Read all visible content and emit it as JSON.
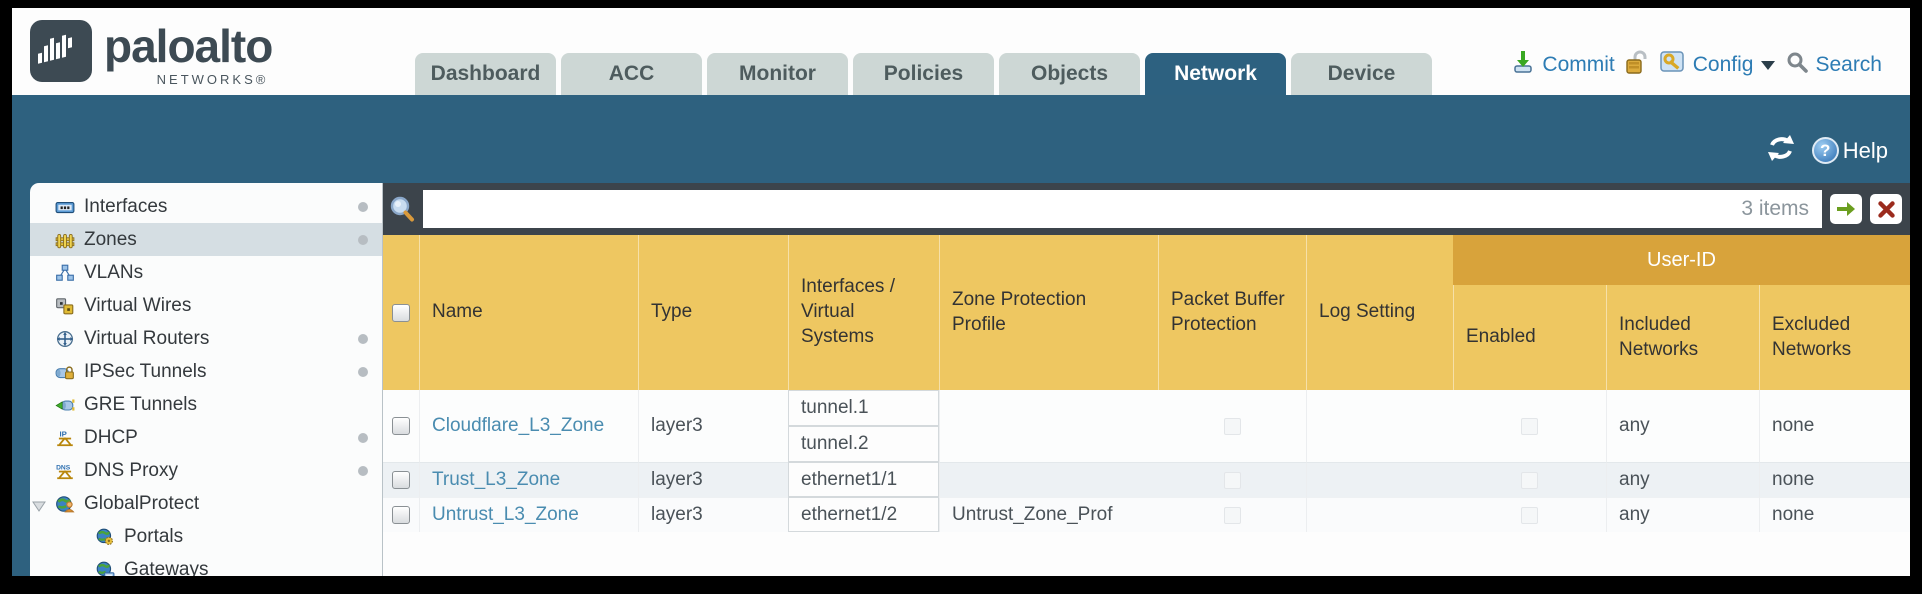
{
  "header": {
    "logo": {
      "brand": "paloalto",
      "sub": "NETWORKS®"
    },
    "active_tab": "Network",
    "tabs": [
      "Dashboard",
      "ACC",
      "Monitor",
      "Policies",
      "Objects",
      "Network",
      "Device"
    ],
    "utilities": {
      "commit": "Commit",
      "config": "Config",
      "search": "Search"
    }
  },
  "toolbar": {
    "help": "Help"
  },
  "sidebar": {
    "items": [
      {
        "label": "Interfaces"
      },
      {
        "label": "Zones"
      },
      {
        "label": "VLANs"
      },
      {
        "label": "Virtual Wires"
      },
      {
        "label": "Virtual Routers"
      },
      {
        "label": "IPSec Tunnels"
      },
      {
        "label": "GRE Tunnels"
      },
      {
        "label": "DHCP"
      },
      {
        "label": "DNS Proxy"
      },
      {
        "label": "GlobalProtect"
      },
      {
        "label": "Portals"
      },
      {
        "label": "Gateways"
      }
    ],
    "selected": "Zones"
  },
  "filter": {
    "count": "3 items",
    "query": ""
  },
  "table": {
    "group_header": "User-ID",
    "columns": [
      "Name",
      "Type",
      "Interfaces /\nVirtual\nSystems",
      "Zone Protection\nProfile",
      "Packet Buffer\nProtection",
      "Log Setting",
      "Enabled",
      "Included\nNetworks",
      "Excluded\nNetworks"
    ],
    "rows": [
      {
        "name": "Cloudflare_L3_Zone",
        "type": "layer3",
        "interfaces": [
          "tunnel.1",
          "tunnel.2"
        ],
        "zone_protection_profile": "",
        "log_setting": "",
        "included_networks": "any",
        "excluded_networks": "none"
      },
      {
        "name": "Trust_L3_Zone",
        "type": "layer3",
        "interfaces": [
          "ethernet1/1"
        ],
        "zone_protection_profile": "",
        "log_setting": "",
        "included_networks": "any",
        "excluded_networks": "none"
      },
      {
        "name": "Untrust_L3_Zone",
        "type": "layer3",
        "interfaces": [
          "ethernet1/2"
        ],
        "zone_protection_profile": "Untrust_Zone_Prof",
        "log_setting": "",
        "included_networks": "any",
        "excluded_networks": "none"
      }
    ]
  },
  "colors": {
    "teal": "#2e617f",
    "header_orange": "#eec761",
    "group_orange": "#d8a33b",
    "link_blue": "#4a8cb0",
    "action_blue": "#2d7cb4"
  }
}
